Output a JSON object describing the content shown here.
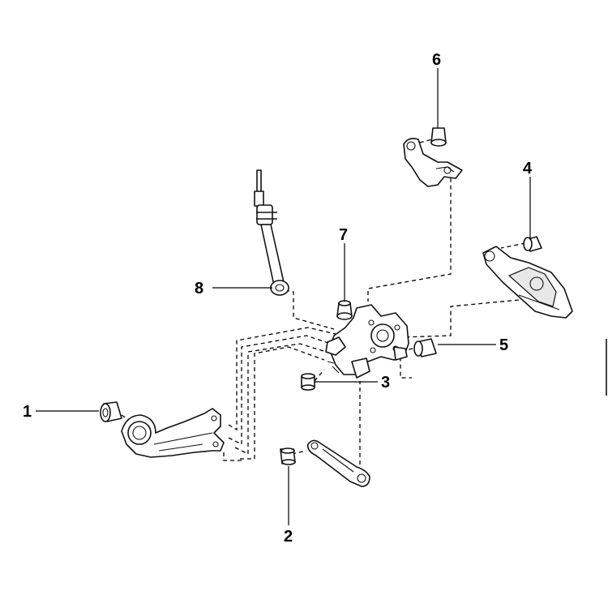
{
  "callouts": [
    {
      "id": "1",
      "label": "1"
    },
    {
      "id": "2",
      "label": "2"
    },
    {
      "id": "3",
      "label": "3"
    },
    {
      "id": "4",
      "label": "4"
    },
    {
      "id": "5",
      "label": "5"
    },
    {
      "id": "6",
      "label": "6"
    },
    {
      "id": "7",
      "label": "7"
    },
    {
      "id": "8",
      "label": "8"
    }
  ],
  "colors": {
    "line": "#000000",
    "background": "#ffffff",
    "fill": "#ffffff"
  }
}
